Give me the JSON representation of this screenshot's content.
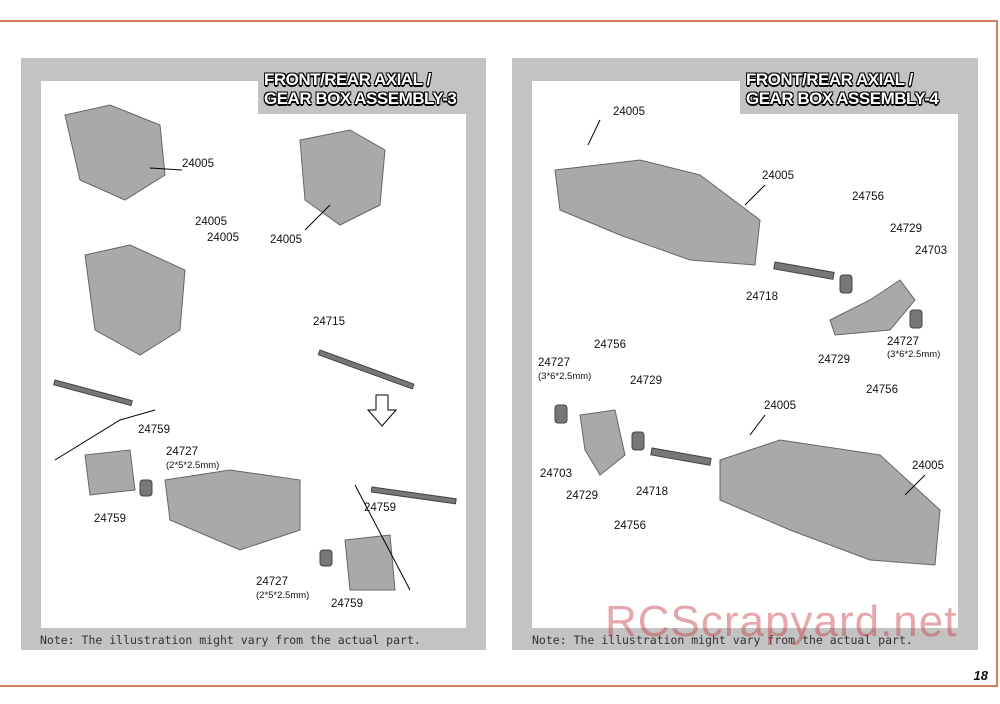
{
  "left": {
    "title_line1": "FRONT/REAR AXIAL /",
    "title_line2": "GEAR BOX ASSEMBLY-3",
    "note": "Note: The illustration might vary from the actual part.",
    "labels": [
      "24005",
      "24005",
      "24005",
      "24005",
      "24715",
      "24759",
      "24727",
      "24759",
      "24759",
      "24727",
      "24759"
    ],
    "sublabels": [
      "(2*5*2.5mm)",
      "(2*5*2.5mm)"
    ]
  },
  "right": {
    "title_line1": "FRONT/REAR AXIAL /",
    "title_line2": "GEAR BOX ASSEMBLY-4",
    "note": "Note: The illustration might vary from the actual part.",
    "labels": [
      "24005",
      "24005",
      "24756",
      "24729",
      "24703",
      "24718",
      "24727",
      "24729",
      "24756",
      "24756",
      "24727",
      "24729",
      "24005",
      "24005",
      "24703",
      "24718",
      "24729",
      "24756"
    ],
    "sublabels": [
      "(3*6*2.5mm)",
      "(3*6*2.5mm)"
    ]
  },
  "page_number": "18",
  "watermark": "RCScrapyard.net"
}
